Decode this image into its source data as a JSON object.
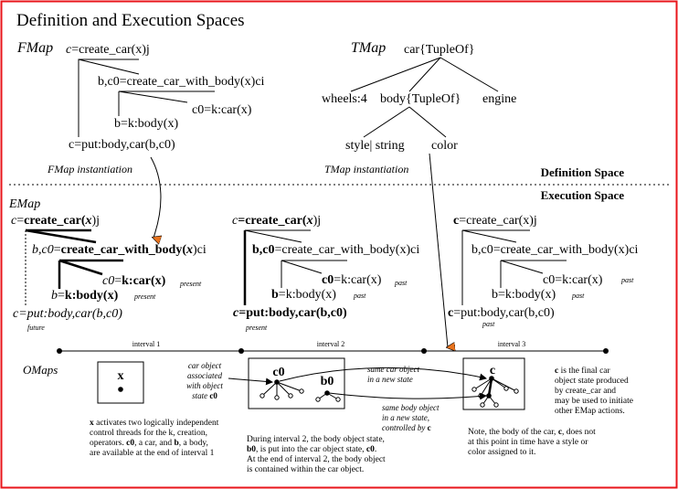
{
  "title": "Definition and Execution Spaces",
  "colors": {
    "border": "#e8141a",
    "arrow": "#e8731e",
    "text": "#000000"
  },
  "fmap": {
    "label": "FMap",
    "n1": {
      "v": "c",
      "t": "=create_car(x)j"
    },
    "n2": {
      "v": "b,c0",
      "t": "=create_car_with_body(x)ci"
    },
    "n3": {
      "v": "c0",
      "t": "=k:car(x)"
    },
    "n4": {
      "v": "b",
      "t": "=k:body(x)"
    },
    "n5": {
      "v": "c",
      "t": "=put:body,car(b,c0)"
    },
    "inst": "FMap instantiation"
  },
  "tmap": {
    "label": "TMap",
    "root": "car{TupleOf}",
    "wheels": "wheels:4",
    "body": "body{TupleOf}",
    "engine": "engine",
    "style": "style| string",
    "color": "color",
    "inst": "TMap instantiation"
  },
  "def_space": "Definition Space",
  "exec_space": "Execution Space",
  "emap": {
    "label": "EMap",
    "e1": {
      "n1a": "c",
      "n1b": "=",
      "n1c": "create_car(",
      "n1d": "x",
      "n1e": ")j",
      "n2a": "b,c0",
      "n2b": "=",
      "n2c": "create_car_with_body(",
      "n2d": "x",
      "n2e": ")ci",
      "n3a": "c0",
      "n3b": "=",
      "n3c": "k:car(x)",
      "n3tag": "present",
      "n4a": "b",
      "n4b": "=",
      "n4c": "k:body(x)",
      "n4tag": "present",
      "n5": "c=put:body,car(b,c0)",
      "n5tag": "future"
    },
    "e2": {
      "n1a": "c",
      "n1b": "=create_car(",
      "n1c": "x",
      "n1d": ")j",
      "n2a": "b,c0",
      "n2b": "=create_car_with_body(x)ci",
      "n3a": "c0",
      "n3b": "=k:car(x)",
      "n3tag": "past",
      "n4a": "b",
      "n4b": "=k:body(x)",
      "n4tag": "past",
      "n5a": "c",
      "n5b": "=put:body,car(b,c0)",
      "n5tag": "present"
    },
    "e3": {
      "n1a": "c",
      "n1b": "=create_car(x)j",
      "n2": "b,c0=create_car_with_body(x)ci",
      "n3": "c0=k:car(x)",
      "n3tag": "past",
      "n4": "b=k:body(x)",
      "n4tag": "past",
      "n5a": "c",
      "n5b": "=put:body,car(b,c0)",
      "n5tag": "past"
    }
  },
  "timeline": {
    "interval1": "interval 1",
    "interval2": "interval 2",
    "interval3": "interval 3"
  },
  "omaps": {
    "label": "OMaps",
    "box1": "x",
    "box2_c0": "c0",
    "box2_b0": "b0",
    "box3": "c",
    "ann_car_object": [
      "car object",
      "associated",
      "with object"
    ],
    "ann_state_prefix": "state ",
    "ann_state_var": "c0",
    "ann_same_car": [
      "same car object",
      "in a new state"
    ],
    "ann_same_body": [
      "same body object",
      "in a new state,"
    ],
    "ann_controlled_prefix": "controlled by ",
    "ann_controlled_var": "c"
  },
  "notes": {
    "n1_l1a": "x",
    "n1_l1b": " activates two logically independent",
    "n1_l2": "control threads for the k, creation,",
    "n1_l3a": "operators.  ",
    "n1_l3b": "c0",
    "n1_l3c": ", a car, and ",
    "n1_l3d": "b",
    "n1_l3e": ", a body,",
    "n1_l4": "are available at the end of interval 1",
    "n2_l1": "During interval 2, the body object state,",
    "n2_l2a": "b0",
    "n2_l2b": ", is put into the car object state, ",
    "n2_l2c": "c0",
    "n2_l2d": ".",
    "n2_l3": "At the end of interval 2, the body object",
    "n2_l4": "is contained within the car object.",
    "n3_l1a": "c",
    "n3_l1b": " is the final car",
    "n3_l2": "object state produced",
    "n3_l3": "by create_car and",
    "n3_l4": "may be used to initiate",
    "n3_l5": "other EMap actions.",
    "n4_l1a": "Note, the body of the car, ",
    "n4_l1b": "c",
    "n4_l1c": ", does not",
    "n4_l2": "at this point in time have a style or",
    "n4_l3": "color assigned to it."
  }
}
